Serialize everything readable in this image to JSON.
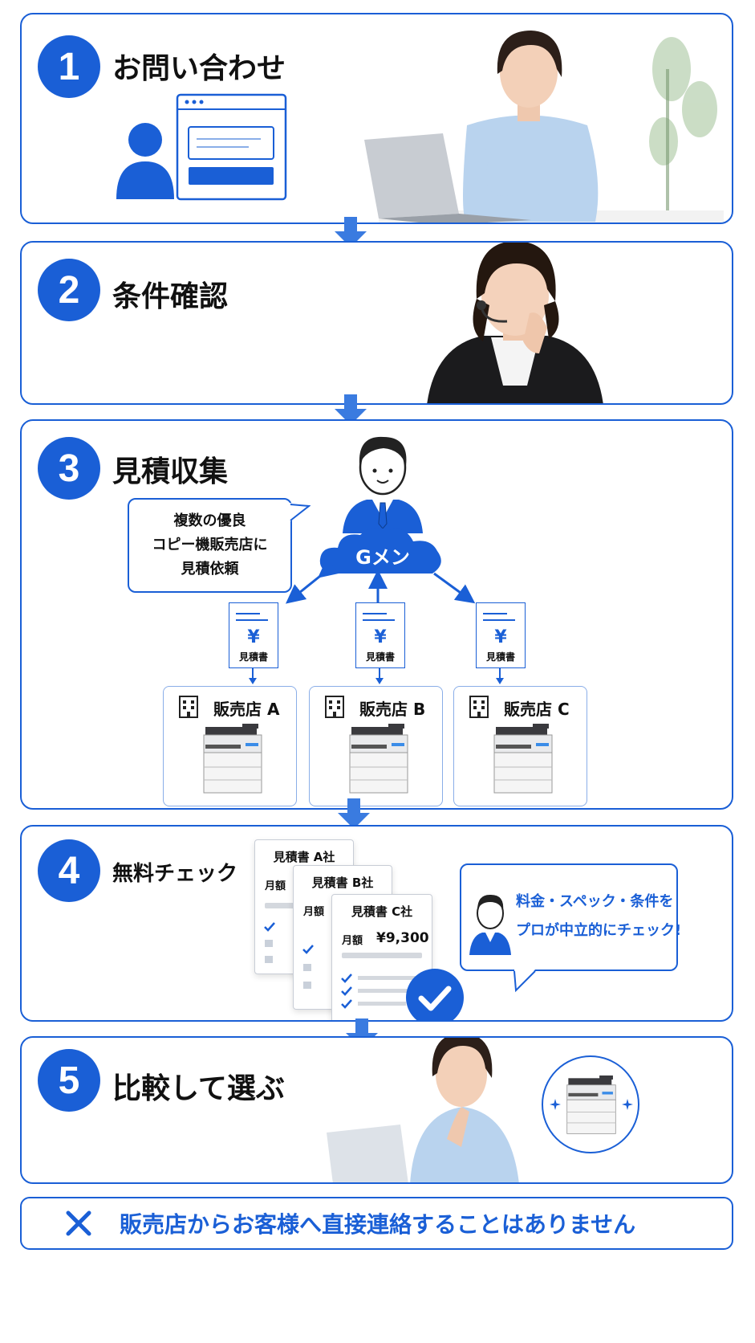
{
  "accent_color": "#1a5fd6",
  "steps": [
    {
      "number": "1",
      "title": "お問い合わせ"
    },
    {
      "number": "2",
      "title": "条件確認"
    },
    {
      "number": "3",
      "title": "見積収集"
    },
    {
      "number": "4",
      "title": "無料チェック"
    },
    {
      "number": "5",
      "title": "比較して選ぶ"
    }
  ],
  "step3": {
    "request_bubble": [
      "複数の優良",
      "コピー機販売店に",
      "見積依頼"
    ],
    "hub_label": "Gメン",
    "doc_yen": "¥",
    "doc_label": "見積書",
    "stores": [
      "販売店 A",
      "販売店 B",
      "販売店 C"
    ]
  },
  "step4": {
    "quotes": [
      {
        "title": "見積書 A社",
        "month_label": "月額",
        "amount": ""
      },
      {
        "title": "見積書 B社",
        "month_label": "月額",
        "amount": ""
      },
      {
        "title": "見積書 C社",
        "month_label": "月額",
        "amount": "¥9,300"
      }
    ],
    "advice_bubble": [
      "料金・スペック・条件を",
      "プロが中立的にチェック!"
    ]
  },
  "footer": {
    "icon": "x-icon",
    "text": "販売店からお客様へ直接連絡することはありません"
  }
}
